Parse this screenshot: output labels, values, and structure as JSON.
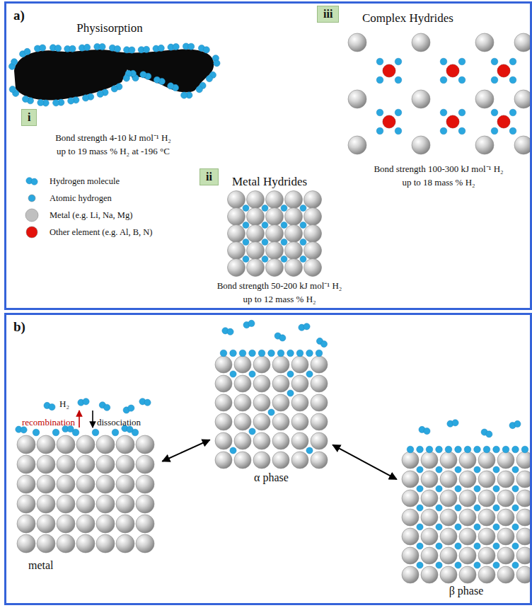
{
  "diagram": {
    "nodes": [
      {
        "text": [
          "a)"
        ]
      },
      {
        "text": [
          "i"
        ],
        "in": 0
      },
      {
        "text": [
          "ii"
        ],
        "in": 0
      },
      {
        "text": [
          "iii"
        ],
        "in": 0
      },
      {
        "text": [
          "b)"
        ]
      },
      {
        "text": [
          "metal"
        ],
        "in": 4
      },
      {
        "text": [
          "α phase"
        ],
        "in": 4
      },
      {
        "text": [
          "β phase"
        ],
        "in": 4
      }
    ],
    "edges": [
      {
        "from": 5,
        "to": 6,
        "arrow": "both"
      },
      {
        "from": 6,
        "to": 7,
        "arrow": "both"
      }
    ],
    "labels": [
      "Physisorption",
      "Bond strength 4-10 kJ mol⁻¹ H₂ up to 19 mass % H₂ at -196 °C",
      "Metal Hydrides",
      "Bond strength 50-200 kJ mol⁻¹ H₂ up to 12 mass % H₂",
      "Complex Hydrides",
      "Bond strength 100-300 kJ mol⁻¹ H₂ up to 18 mass % H₂",
      "H₂",
      "recombination",
      "dissociation"
    ],
    "legend": [
      {
        "text": "Hydrogen molecule"
      },
      {
        "text": "Atomic hydrogen",
        "color": "#2aa7df"
      },
      {
        "text": "Metal (e.g. Li, Na, Mg)",
        "color": "#c0c0c0"
      },
      {
        "text": "Other element (e.g. Al, B, N)",
        "color": "#e3120b"
      }
    ]
  }
}
